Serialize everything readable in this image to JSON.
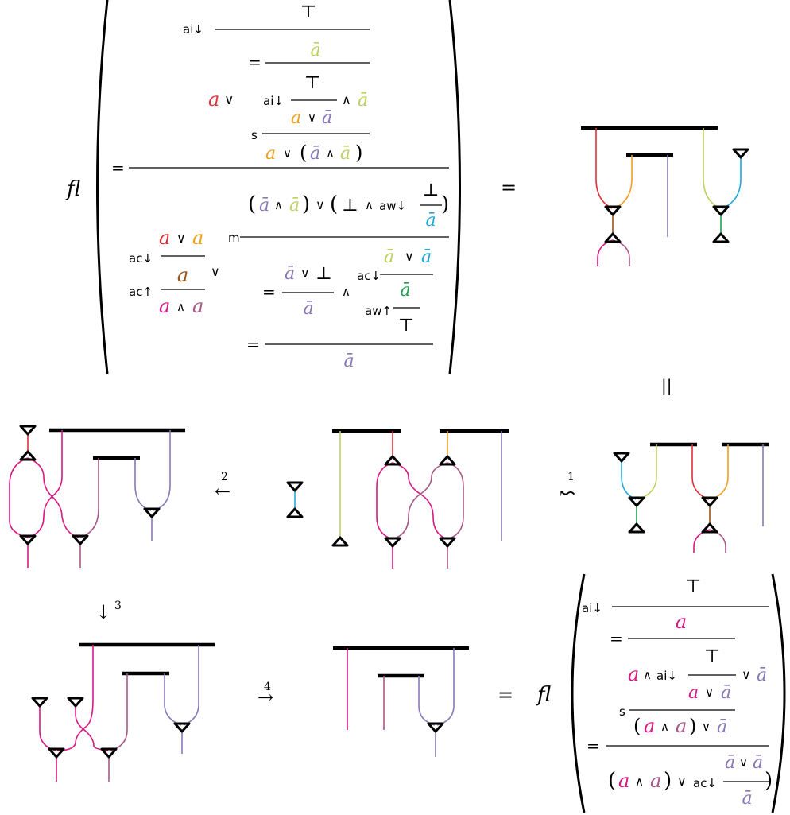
{
  "colors": {
    "black": "#000000",
    "red": "#e0303a",
    "orange": "#f0a020",
    "lightgreen": "#c0d060",
    "cyan": "#20a8d8",
    "purple": "#8878b8",
    "green": "#20a050",
    "magenta": "#d81884",
    "mauve": "#a85888",
    "brown": "#9a5518"
  },
  "text": {
    "fl": "fl",
    "top": "⊤",
    "bot": "⊥",
    "abar": "ā",
    "a": "a",
    "or": "∨",
    "and": "∧",
    "eq": "=",
    "lp": "(",
    "rp": ")",
    "ai_down": "ai↓",
    "ac_down": "ac↓",
    "ac_up": "ac↑",
    "aw_down": "aw↓",
    "aw_up": "aw↑",
    "s": "s",
    "m": "m",
    "eq_vert": "||",
    "arrow1": "↜",
    "num1": "1",
    "num2": "2",
    "num3": "3",
    "num4": "4",
    "arrow_left": "←",
    "arrow_down": "↓",
    "arrow_right": "→"
  }
}
